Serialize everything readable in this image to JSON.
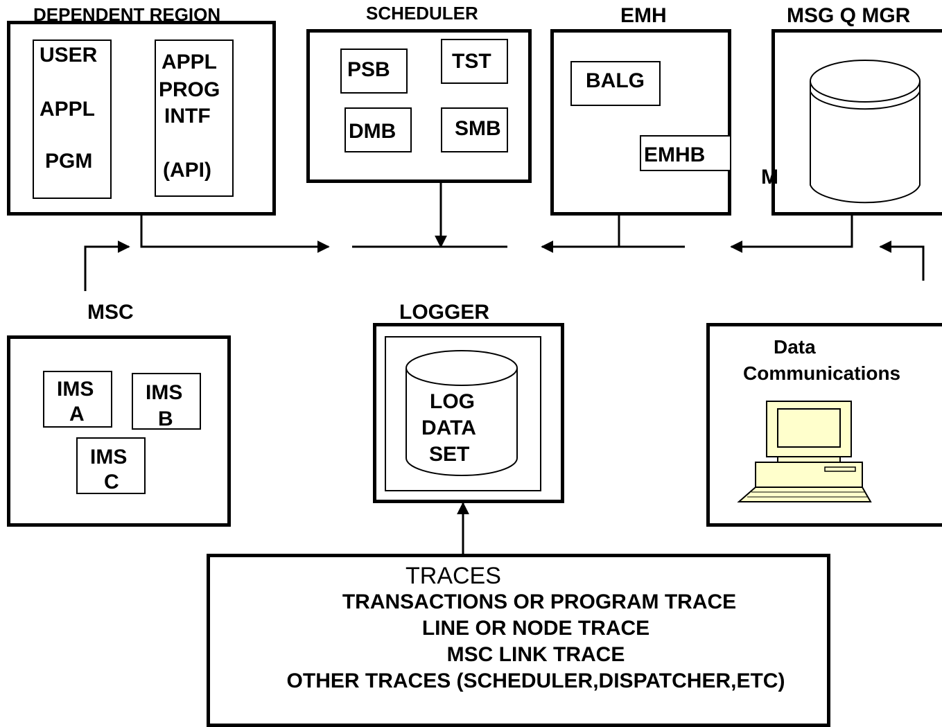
{
  "dependent_region": {
    "title": "DEPENDENT REGION",
    "user_appl_pgm": [
      "USER",
      "APPL",
      "PGM"
    ],
    "api": [
      "APPL",
      "PROG",
      "INTF",
      "(API)"
    ]
  },
  "scheduler": {
    "title": "SCHEDULER",
    "boxes": {
      "psb": "PSB",
      "tst": "TST",
      "dmb": "DMB",
      "smb": "SMB"
    }
  },
  "emh": {
    "title": "EMH",
    "boxes": {
      "balg": "BALG",
      "emhb": "EMHB"
    }
  },
  "msg_q_mgr": {
    "title": "MSG Q MGR",
    "fragment": "M"
  },
  "msc": {
    "title": "MSC",
    "boxes": [
      {
        "line1": "IMS",
        "line2": "A"
      },
      {
        "line1": "IMS",
        "line2": "B"
      },
      {
        "line1": "IMS",
        "line2": "C"
      }
    ]
  },
  "logger": {
    "title": "LOGGER",
    "dataset": [
      "LOG",
      "DATA",
      "SET"
    ]
  },
  "data_communications": {
    "title": [
      "Data",
      "Communications"
    ],
    "icon": "computer-terminal-icon",
    "colors": {
      "fill": "#FFFFCC",
      "stroke": "#000000"
    }
  },
  "traces": {
    "title": "TRACES",
    "items": [
      "TRANSACTIONS OR PROGRAM TRACE",
      "LINE OR NODE TRACE",
      "MSC LINK TRACE",
      "OTHER TRACES (SCHEDULER,DISPATCHER,ETC)"
    ]
  }
}
